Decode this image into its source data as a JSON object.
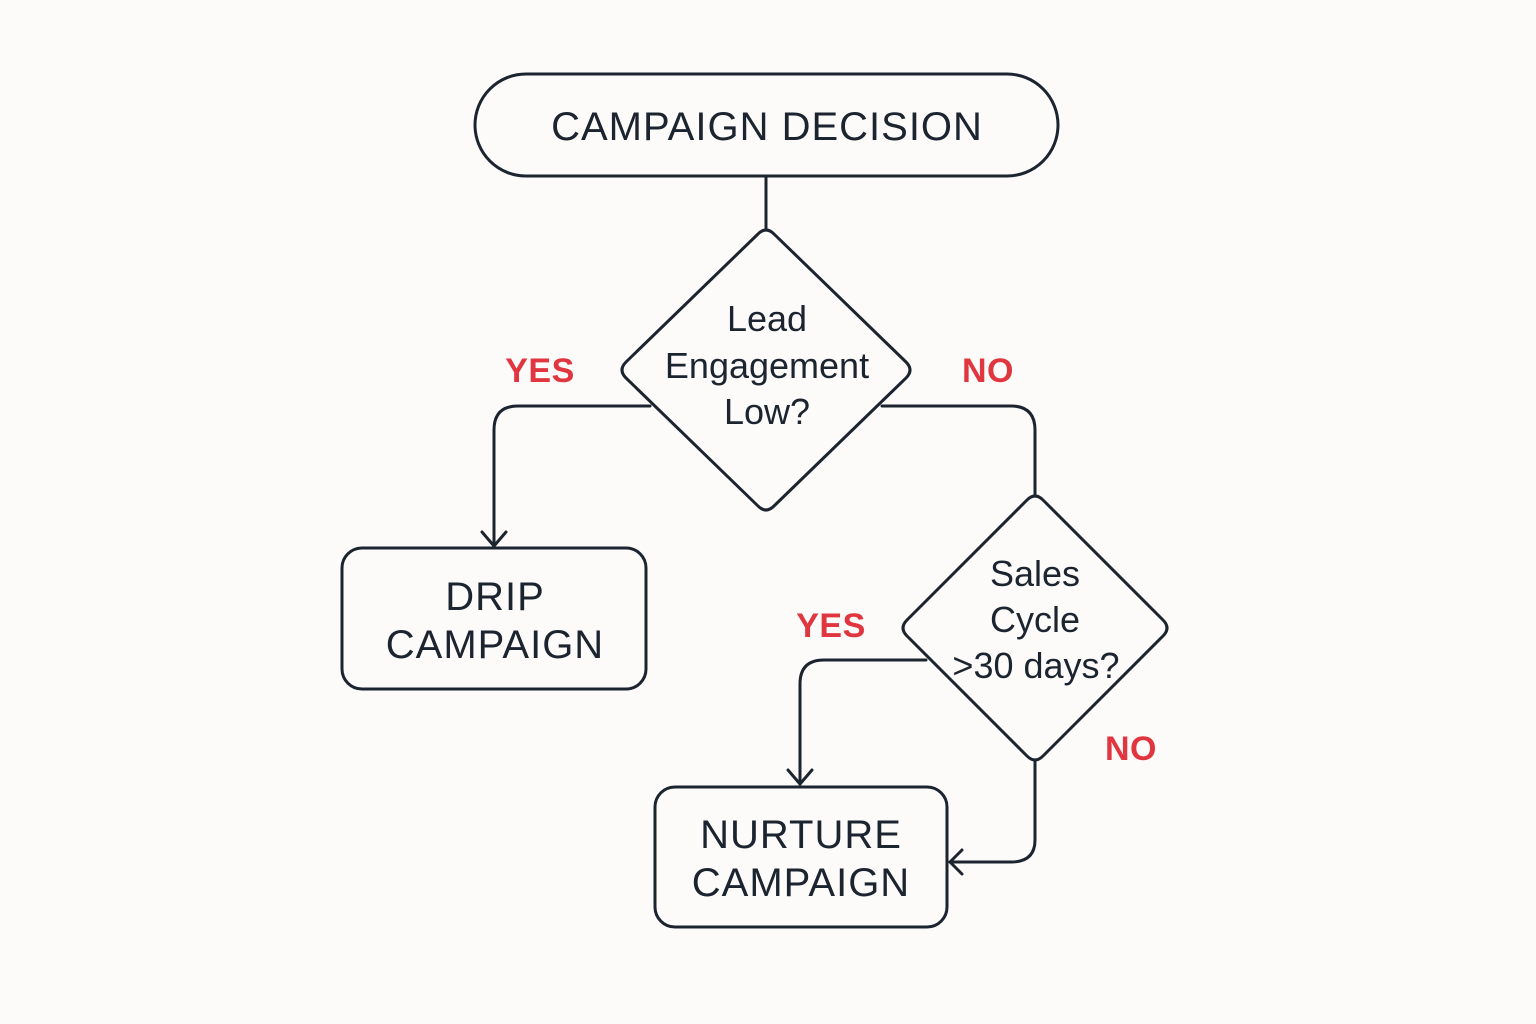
{
  "start": {
    "label": "CAMPAIGN DECISION"
  },
  "decision_engagement": {
    "lines": [
      "Lead",
      "Engagement",
      "Low?"
    ],
    "yes_label": "YES",
    "no_label": "NO"
  },
  "decision_sales_cycle": {
    "lines": [
      "Sales",
      "Cycle",
      ">30 days?"
    ],
    "yes_label": "YES",
    "no_label": "NO"
  },
  "drip": {
    "lines": [
      "DRIP",
      "CAMPAIGN"
    ]
  },
  "nurture": {
    "lines": [
      "NURTURE",
      "CAMPAIGN"
    ]
  },
  "colors": {
    "stroke": "#1c2430",
    "text": "#1c2430",
    "branch_label": "#e03640",
    "background": "#fcfbf9"
  }
}
